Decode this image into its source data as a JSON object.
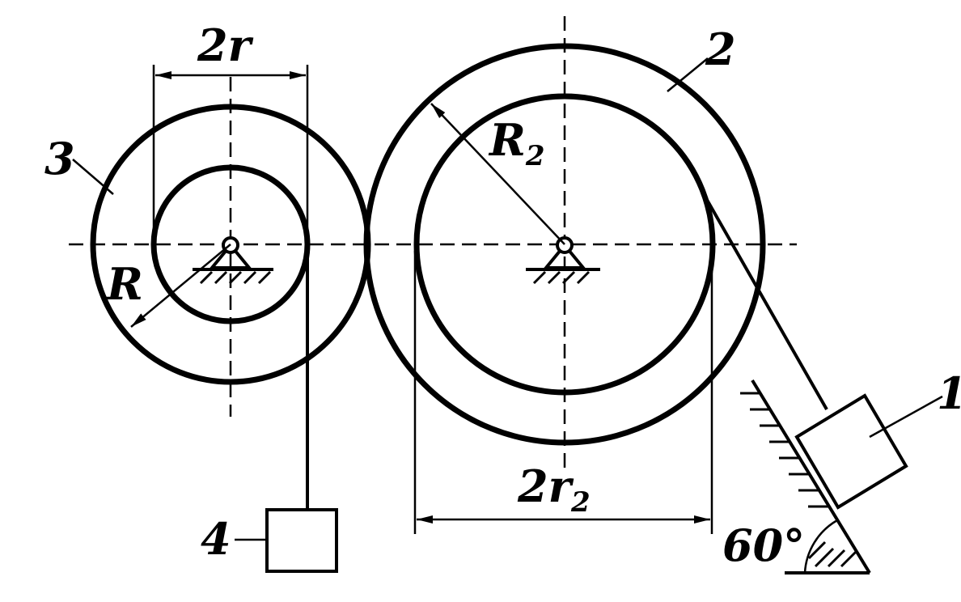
{
  "labels": {
    "dim_2r": "2r",
    "dim_2r2_main": "2r",
    "dim_2r2_sub": "2",
    "radius_R": "R",
    "radius_R2_main": "R",
    "radius_R2_sub": "2",
    "wheel_2": "2",
    "wheel_3": "3",
    "body_1": "1",
    "body_4": "4",
    "angle": "60°"
  }
}
